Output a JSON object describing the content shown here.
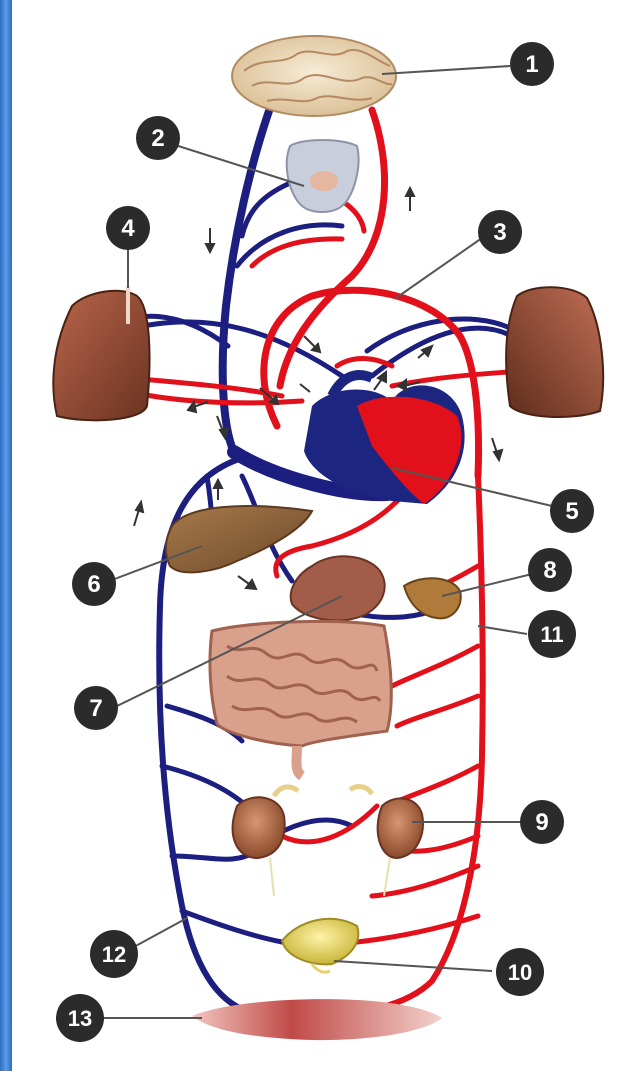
{
  "diagram": {
    "labels": [
      "1",
      "2",
      "3",
      "4",
      "5",
      "6",
      "7",
      "8",
      "9",
      "10",
      "11",
      "12",
      "13"
    ]
  },
  "colors": {
    "vein": "#1c1f80",
    "artery": "#e2101a",
    "badge": "#2b2b2b",
    "frame": "#3f7fd3"
  },
  "parts": [
    {
      "label": "1",
      "icon": "brain"
    },
    {
      "label": "2",
      "icon": "thyroid"
    },
    {
      "label": "3",
      "icon": "aorta"
    },
    {
      "label": "4",
      "icon": "lung"
    },
    {
      "label": "5",
      "icon": "heart"
    },
    {
      "label": "6",
      "icon": "liver"
    },
    {
      "label": "7",
      "icon": "intestine"
    },
    {
      "label": "8",
      "icon": "spleen"
    },
    {
      "label": "9",
      "icon": "kidney"
    },
    {
      "label": "10",
      "icon": "bladder"
    },
    {
      "label": "11",
      "icon": "artery"
    },
    {
      "label": "12",
      "icon": "vein"
    },
    {
      "label": "13",
      "icon": "muscle"
    }
  ]
}
